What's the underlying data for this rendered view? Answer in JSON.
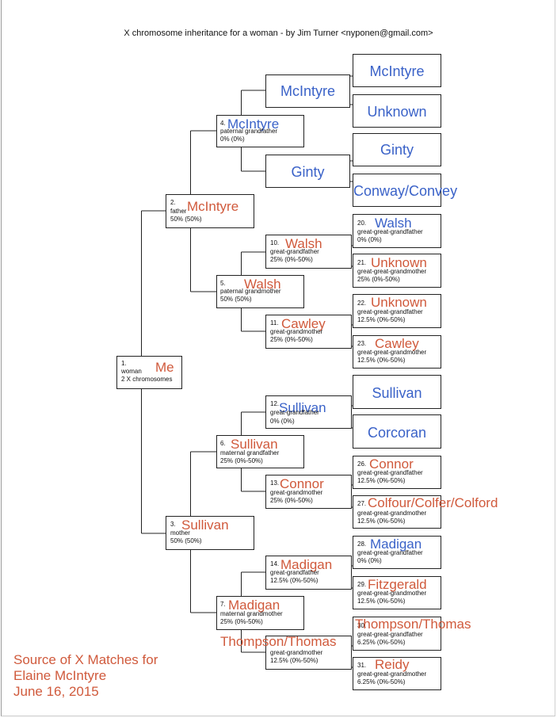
{
  "title": "X chromosome inheritance for a woman - by Jim Turner <nyponen@gmail.com>",
  "colors": {
    "x_carrier": "#d05a3c",
    "no_x": "#3a62c8",
    "line": "#222222"
  },
  "people": {
    "p1": {
      "num": "1.",
      "name": "Me",
      "rel": "woman",
      "pct": "2 X chromosomes"
    },
    "p2": {
      "num": "2.",
      "name": "McIntyre",
      "rel": "father",
      "pct": "50% (50%)"
    },
    "p3": {
      "num": "3.",
      "name": "Sullivan",
      "rel": "mother",
      "pct": "50% (50%)"
    },
    "p4": {
      "num": "4.",
      "name": "McIntyre",
      "rel": "paternal grandfather",
      "pct": "0% (0%)"
    },
    "p5": {
      "num": "5.",
      "name": "Walsh",
      "rel": "paternal grandmother",
      "pct": "50% (50%)"
    },
    "p6": {
      "num": "6.",
      "name": "Sullivan",
      "rel": "maternal grandfather",
      "pct": "25% (0%-50%)"
    },
    "p7": {
      "num": "7.",
      "name": "Madigan",
      "rel": "maternal grandmother",
      "pct": "25% (0%-50%)"
    },
    "p8": {
      "name": "McIntyre"
    },
    "p9": {
      "name": "Ginty"
    },
    "p10": {
      "num": "10.",
      "name": "Walsh",
      "rel": "great-grandfather",
      "pct": "25% (0%-50%)"
    },
    "p11": {
      "num": "11.",
      "name": "Cawley",
      "rel": "great-grandmother",
      "pct": "25% (0%-50%)"
    },
    "p12": {
      "num": "12.",
      "name": "Sullivan",
      "rel": "great-grandfather",
      "pct": "0% (0%)"
    },
    "p13": {
      "num": "13.",
      "name": "Connor",
      "rel": "great-grandmother",
      "pct": "25% (0%-50%)"
    },
    "p14": {
      "num": "14.",
      "name": "Madigan",
      "rel": "great-grandfather",
      "pct": "12.5% (0%-50%)"
    },
    "p15": {
      "name": "Thompson/Thomas",
      "rel": "great-grandmother",
      "pct": "12.5% (0%-50%)"
    },
    "p16": {
      "name": "McIntyre"
    },
    "p17": {
      "name": "Unknown"
    },
    "p18": {
      "name": "Ginty"
    },
    "p19": {
      "name": "Conway/Convey"
    },
    "p20": {
      "num": "20.",
      "name": "Walsh",
      "rel": "great-great-grandfather",
      "pct": "0% (0%)"
    },
    "p21": {
      "num": "21.",
      "name": "Unknown",
      "rel": "great-great-grandmother",
      "pct": "25% (0%-50%)"
    },
    "p22": {
      "num": "22.",
      "name": "Unknown",
      "rel": "great-great-grandfather",
      "pct": "12.5% (0%-50%)"
    },
    "p23": {
      "num": "23.",
      "name": "Cawley",
      "rel": "great-great-grandmother",
      "pct": "12.5% (0%-50%)"
    },
    "p24": {
      "name": "Sullivan"
    },
    "p25": {
      "name": "Corcoran"
    },
    "p26": {
      "num": "26.",
      "name": "Connor",
      "rel": "great-great-grandfather",
      "pct": "12.5% (0%-50%)"
    },
    "p27": {
      "num": "27.",
      "name": "Colfour/Colfer/Colford",
      "rel": "great-great-grandmother",
      "pct": "12.5% (0%-50%)"
    },
    "p28": {
      "num": "28.",
      "name": "Madigan",
      "rel": "great-great-grandfather",
      "pct": "0% (0%)"
    },
    "p29": {
      "num": "29.",
      "name": "Fitzgerald",
      "rel": "great-great-grandmother",
      "pct": "12.5% (0%-50%)"
    },
    "p30": {
      "num": "30.",
      "name": "Thompson/Thomas",
      "rel": "great-great-grandfather",
      "pct": "6.25% (0%-50%)"
    },
    "p31": {
      "num": "31.",
      "name": "Reidy",
      "rel": "great-great-grandmother",
      "pct": "6.25% (0%-50%)"
    }
  },
  "source_note": {
    "line1": "Source of X Matches for",
    "line2": "Elaine McIntyre",
    "line3": "June 16, 2015"
  }
}
